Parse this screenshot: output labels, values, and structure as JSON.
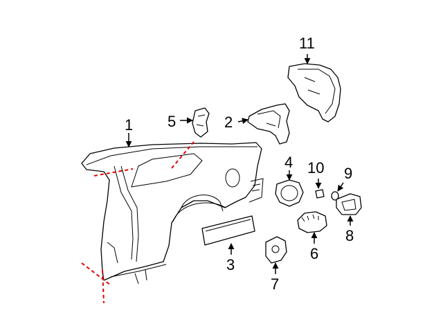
{
  "callouts": [
    {
      "id": "c1",
      "label": "1"
    },
    {
      "id": "c2",
      "label": "2"
    },
    {
      "id": "c3",
      "label": "3"
    },
    {
      "id": "c4",
      "label": "4"
    },
    {
      "id": "c5",
      "label": "5"
    },
    {
      "id": "c6",
      "label": "6"
    },
    {
      "id": "c7",
      "label": "7"
    },
    {
      "id": "c8",
      "label": "8"
    },
    {
      "id": "c9",
      "label": "9"
    },
    {
      "id": "c10",
      "label": "10"
    },
    {
      "id": "c11",
      "label": "11"
    }
  ],
  "colors": {
    "outline": "#000000",
    "cut_line": "#e00000",
    "background": "#ffffff"
  }
}
